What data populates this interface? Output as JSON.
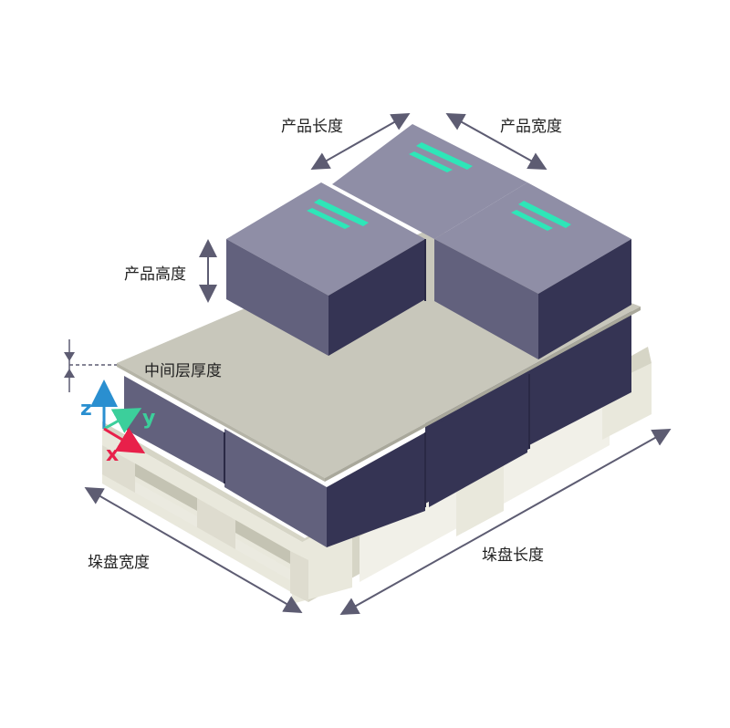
{
  "labels": {
    "product_length": "产品长度",
    "product_width": "产品宽度",
    "product_height": "产品高度",
    "layer_thickness": "中间层厚度",
    "pallet_width": "垛盘宽度",
    "pallet_length": "垛盘长度"
  },
  "axes": {
    "x": "x",
    "y": "y",
    "z": "z"
  },
  "colors": {
    "box_top": "#8f8ea6",
    "box_left": "#62617d",
    "box_right": "#353454",
    "sheet": "#c8c7bb",
    "pallet_light": "#e9e8dc",
    "pallet_mid": "#d6d5c6",
    "pallet_dark": "#c4c3b3",
    "dimension": "#5d5c72",
    "stripe": "#2ee6b8",
    "x_axis": "#e8204a",
    "y_axis": "#3ccf9b",
    "z_axis": "#2a8fd0"
  }
}
